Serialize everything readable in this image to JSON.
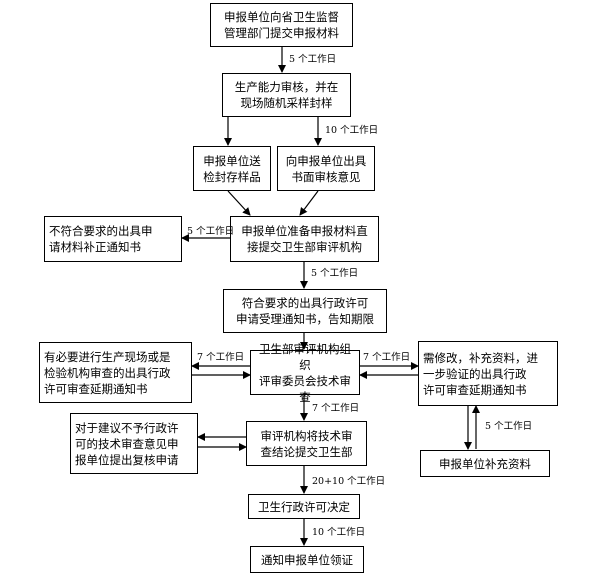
{
  "boxes": {
    "submit_materials": "申报单位向省卫生监督\n管理部门提交申报材料",
    "capacity_review": "生产能力审核，并在\n现场随机采样封样",
    "send_samples": "申报单位送\n检封存样品",
    "written_opinion": "向申报单位出具\n书面审核意见",
    "prepare_submit": "申报单位准备申报材料直\n接提交卫生部审评机构",
    "correction_notice": "不符合要求的出具申\n请材料补正通知书",
    "acceptance_notice": "符合要求的出具行政许可\n申请受理通知书，告知期限",
    "expert_review": "卫生部审评机构组织\n评审委员会技术审查",
    "site_inspection": "有必要进行生产现场或是\n检验机构审查的出具行政\n许可审查延期通知书",
    "modify_supplement": "需修改，补充资料，进\n一步验证的出具行政\n许可审查延期通知书",
    "applicant_supplement": "申报单位补充资料",
    "conclusion_submit": "审评机构将技术审\n查结论提交卫生部",
    "reexam_application": "对于建议不予行政许\n可的技术审查意见申\n报单位提出复核申请",
    "decision": "卫生行政许可决定",
    "notify_collect": "通知申报单位领证"
  },
  "labels": {
    "l1": "5 个工作日",
    "l2": "10 个工作日",
    "l3": "5 个工作日",
    "l4": "5 个工作日",
    "l5": "7 个工作日",
    "l6": "7 个工作日",
    "l7": "5 个工作日",
    "l8": "7 个工作日",
    "l9": "20+10 个工作日",
    "l10": "10 个工作日"
  }
}
